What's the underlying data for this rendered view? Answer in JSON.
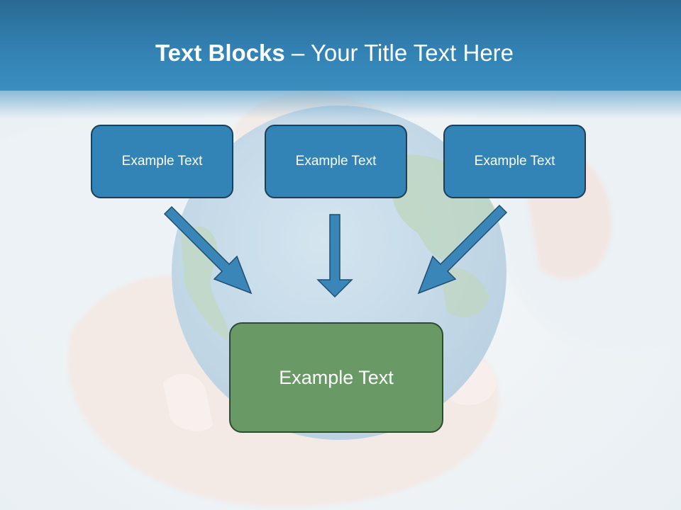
{
  "slide": {
    "title_bold": "Text Blocks",
    "title_dash": " – ",
    "title_rest": "Your Title Text Here",
    "boxes": {
      "top_left": "Example Text",
      "top_center": "Example Text",
      "top_right": "Example Text",
      "bottom": "Example Text"
    }
  },
  "colors": {
    "header": "#3383b5",
    "box_blue": "#3384b6",
    "box_green": "#699a66",
    "arrow": "#3a86b8"
  },
  "background_image": "hands-holding-globe"
}
